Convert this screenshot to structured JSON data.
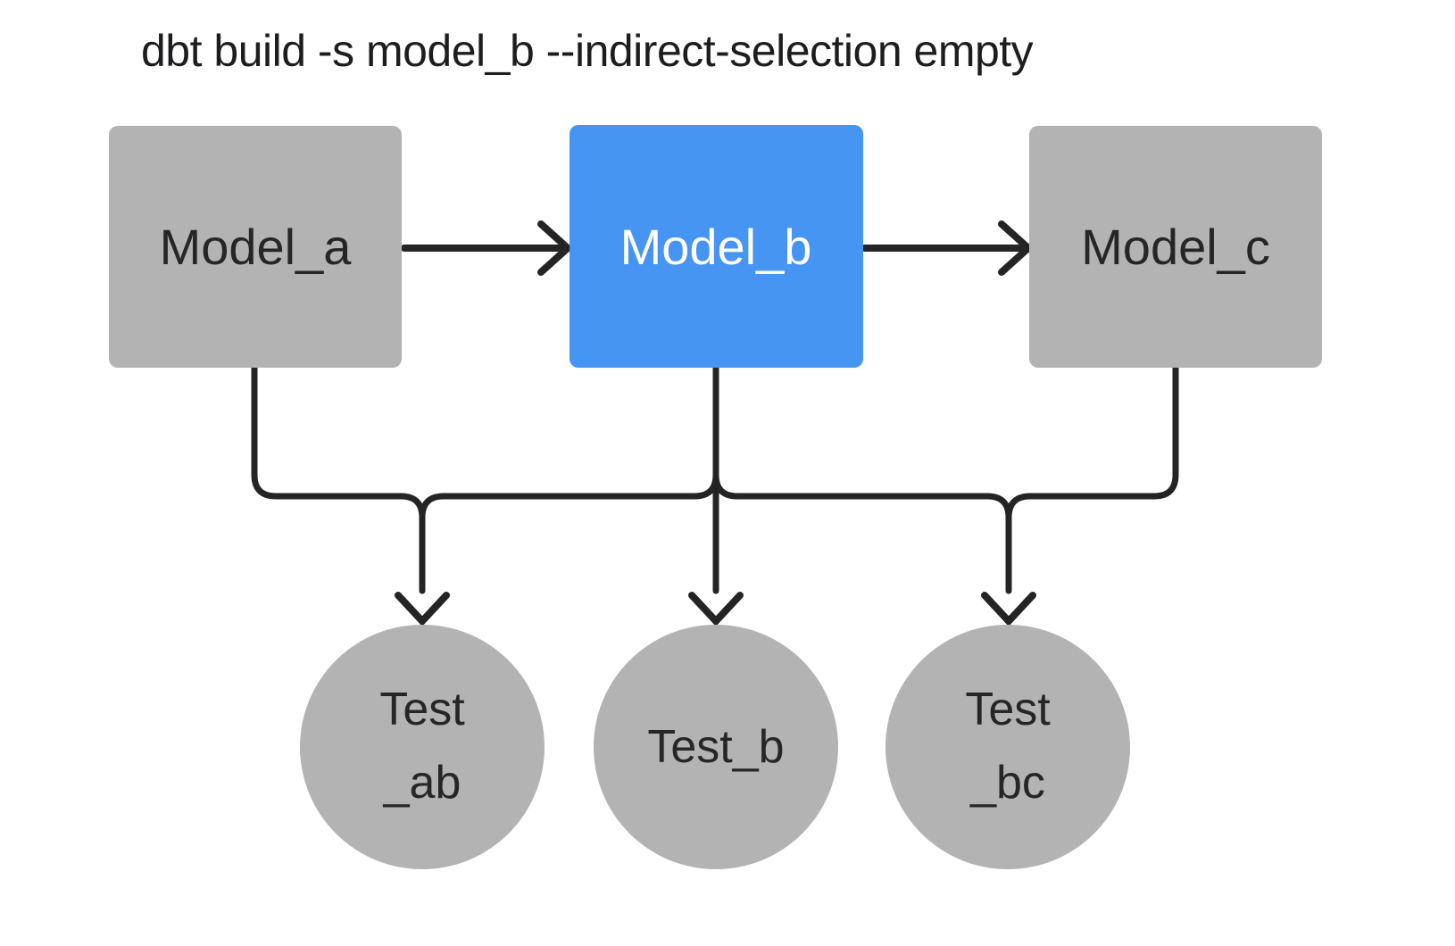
{
  "title": "dbt build -s model_b --indirect-selection empty",
  "colors": {
    "background": "#ffffff",
    "node_gray": "#b3b3b3",
    "node_blue": "#4695f2",
    "edge": "#242424",
    "text_dark": "#262626",
    "text_light": "#ffffff",
    "title_text": "#1d1d1f"
  },
  "models": [
    {
      "id": "model_a",
      "label": "Model_a",
      "variant": "gray",
      "selected": false
    },
    {
      "id": "model_b",
      "label": "Model_b",
      "variant": "blue",
      "selected": true
    },
    {
      "id": "model_c",
      "label": "Model_c",
      "variant": "gray",
      "selected": false
    }
  ],
  "tests": [
    {
      "id": "test_ab",
      "line1": "Test",
      "line2": "_ab"
    },
    {
      "id": "test_b",
      "line1": "Test_b",
      "line2": ""
    },
    {
      "id": "test_bc",
      "line1": "Test",
      "line2": "_bc"
    }
  ],
  "edges": [
    {
      "from": "model_a",
      "to": "model_b"
    },
    {
      "from": "model_b",
      "to": "model_c"
    },
    {
      "from": "model_a",
      "to": "test_ab"
    },
    {
      "from": "model_b",
      "to": "test_b"
    },
    {
      "from": "model_c",
      "to": "test_bc"
    }
  ]
}
